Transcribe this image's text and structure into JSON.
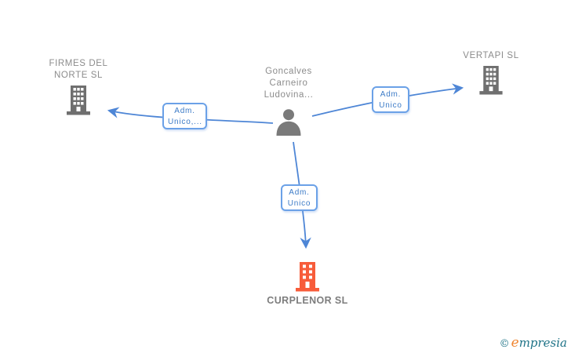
{
  "person": {
    "line1": "Goncalves",
    "line2": "Carneiro",
    "line3": "Ludovina..."
  },
  "companies": {
    "firmes": {
      "line1": "FIRMES DEL",
      "line2": "NORTE SL"
    },
    "vertapi": {
      "name": "VERTAPI SL"
    },
    "curplenor": {
      "name": "CURPLENOR SL"
    }
  },
  "edges": {
    "left": {
      "line1": "Adm.",
      "line2": "Unico,..."
    },
    "right": {
      "line1": "Adm.",
      "line2": "Unico"
    },
    "bottom": {
      "line1": "Adm.",
      "line2": "Unico"
    }
  },
  "footer": {
    "copyright_symbol": "©",
    "brand_initial": "e",
    "brand_rest": "mpresia"
  },
  "colors": {
    "edge_blue": "#4e86d6",
    "box_border": "#6ba1e7",
    "box_text": "#3c7bc7",
    "node_gray": "#6f6f6f",
    "person_gray": "#7a7a7a",
    "label_gray": "#8c8c8c",
    "highlight_orange": "#f75c3a",
    "logo_orange": "#ef8632",
    "logo_teal": "#1d7286"
  }
}
